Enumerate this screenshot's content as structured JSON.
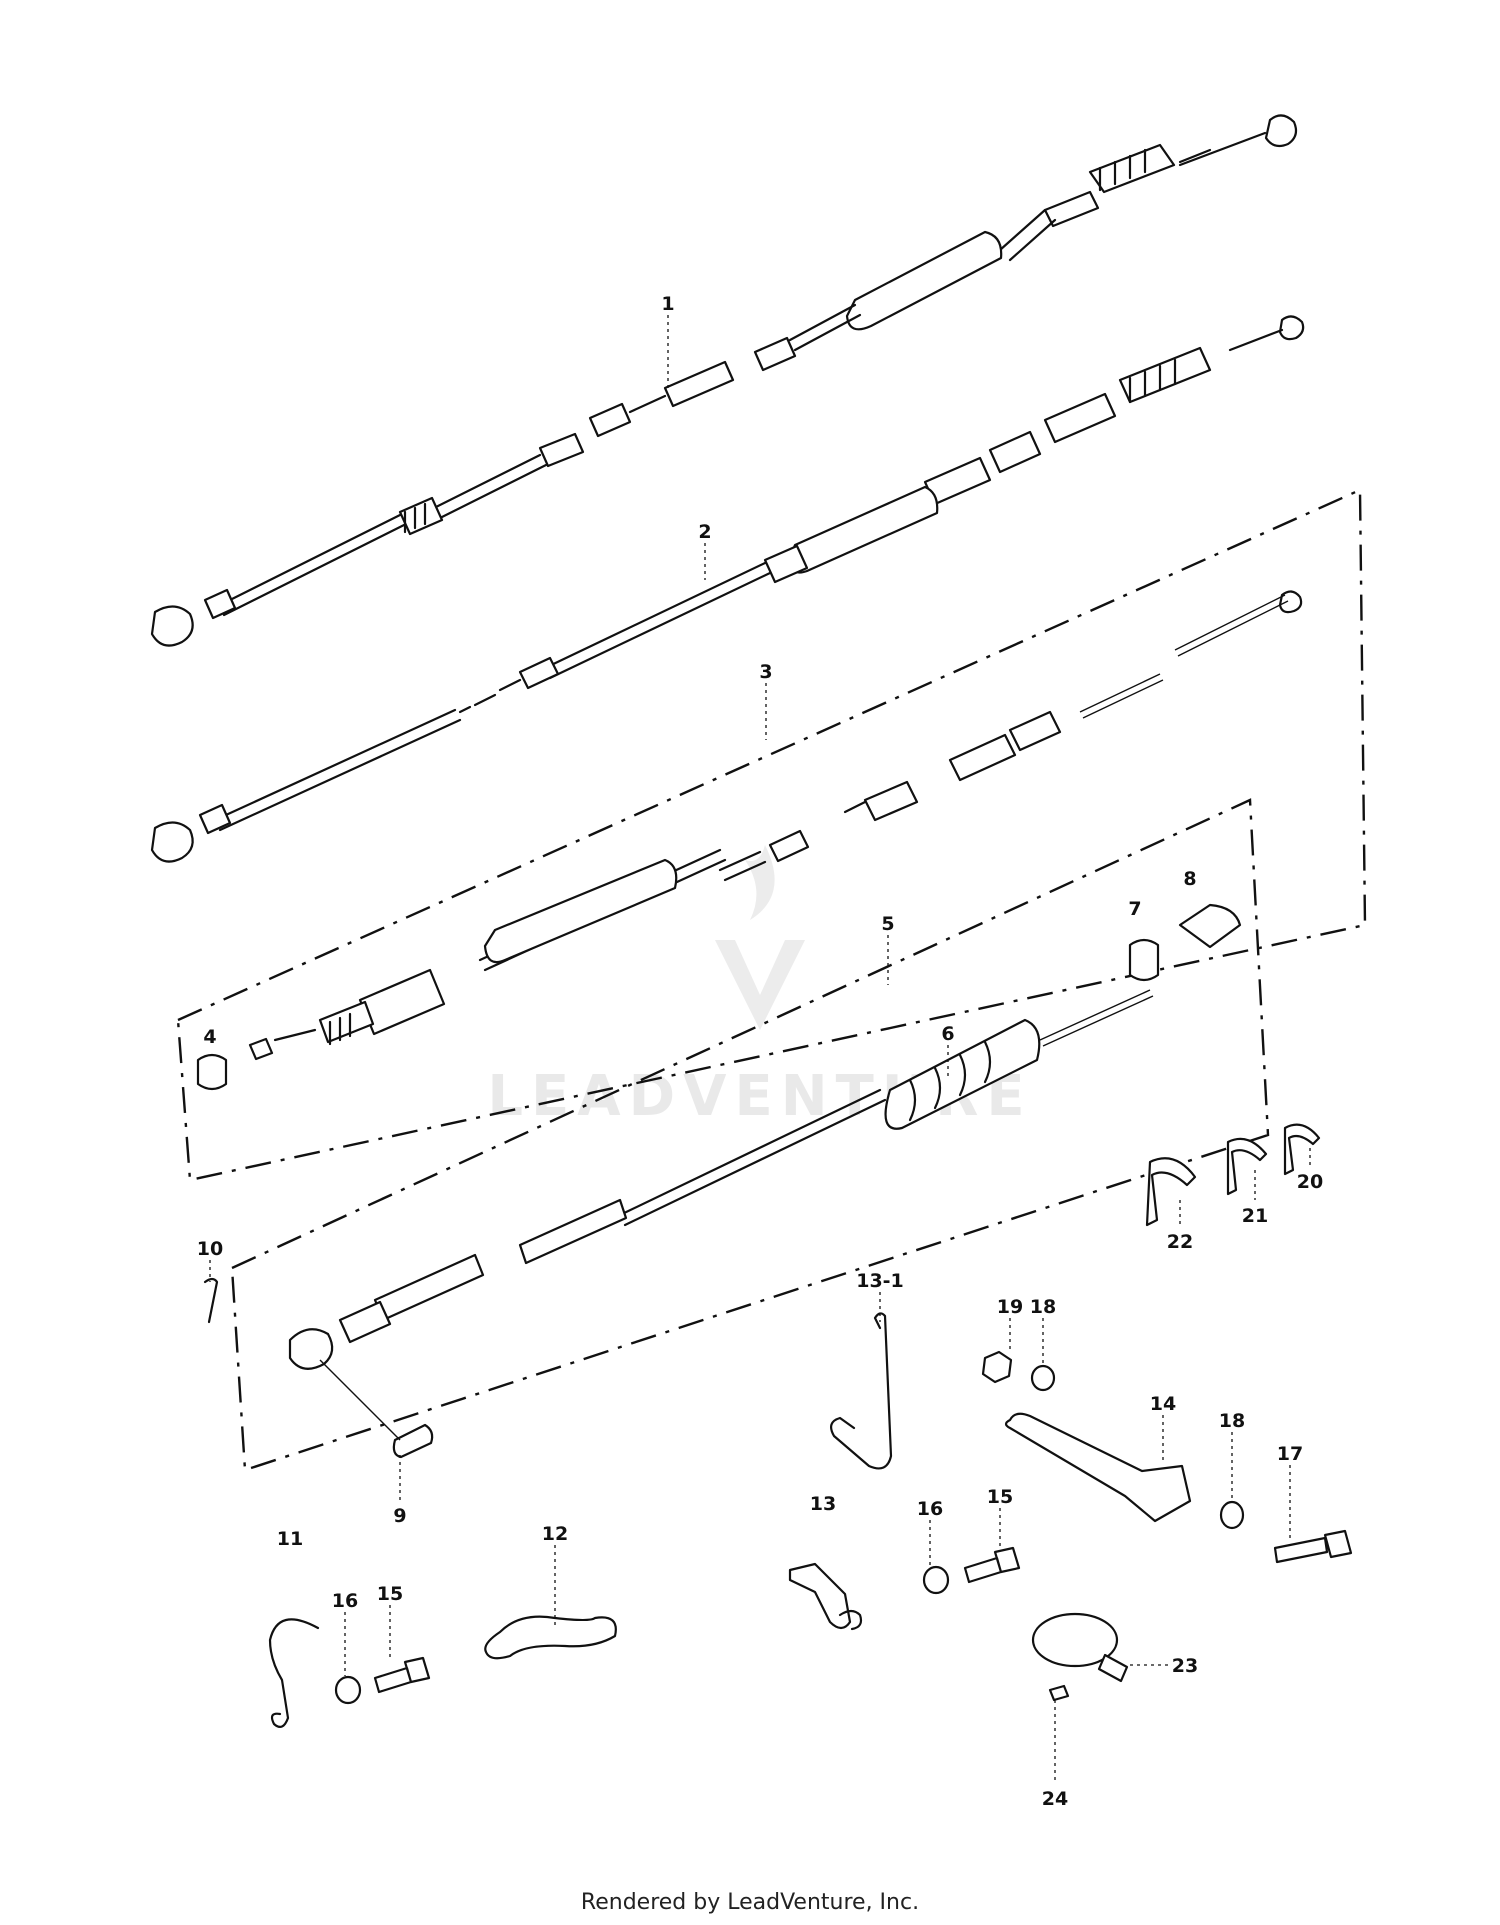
{
  "callouts": [
    {
      "id": "c1",
      "text": "1"
    },
    {
      "id": "c2",
      "text": "2"
    },
    {
      "id": "c3",
      "text": "3"
    },
    {
      "id": "c4",
      "text": "4"
    },
    {
      "id": "c5",
      "text": "5"
    },
    {
      "id": "c6",
      "text": "6"
    },
    {
      "id": "c7",
      "text": "7"
    },
    {
      "id": "c8",
      "text": "8"
    },
    {
      "id": "c9",
      "text": "9"
    },
    {
      "id": "c10",
      "text": "10"
    },
    {
      "id": "c11",
      "text": "11"
    },
    {
      "id": "c12",
      "text": "12"
    },
    {
      "id": "c13",
      "text": "13"
    },
    {
      "id": "c13_1",
      "text": "13-1"
    },
    {
      "id": "c14",
      "text": "14"
    },
    {
      "id": "c15a",
      "text": "15"
    },
    {
      "id": "c15b",
      "text": "15"
    },
    {
      "id": "c16a",
      "text": "16"
    },
    {
      "id": "c16b",
      "text": "16"
    },
    {
      "id": "c17",
      "text": "17"
    },
    {
      "id": "c18a",
      "text": "18"
    },
    {
      "id": "c18b",
      "text": "18"
    },
    {
      "id": "c19",
      "text": "19"
    },
    {
      "id": "c20",
      "text": "20"
    },
    {
      "id": "c21",
      "text": "21"
    },
    {
      "id": "c22",
      "text": "22"
    },
    {
      "id": "c23",
      "text": "23"
    },
    {
      "id": "c24",
      "text": "24"
    }
  ],
  "watermark": "LEADVENTURE",
  "footer": "Rendered by LeadVenture, Inc."
}
